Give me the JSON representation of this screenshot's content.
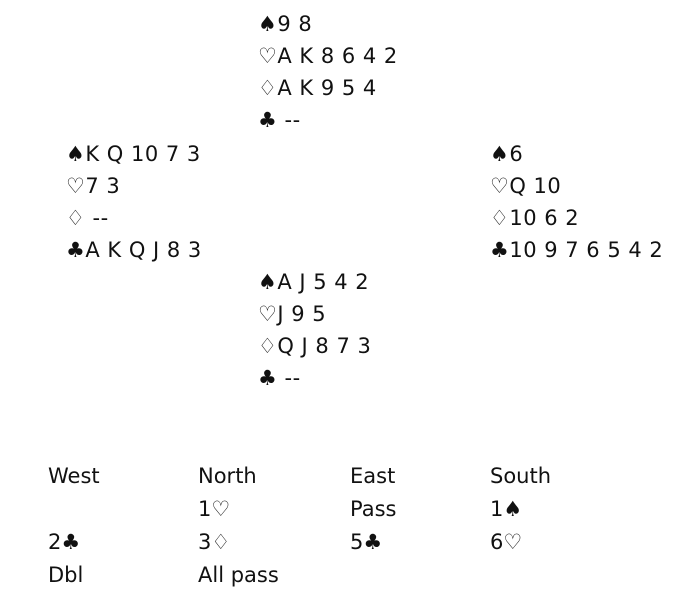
{
  "hands": {
    "north": [
      {
        "suit": "♠",
        "cards": "9 8"
      },
      {
        "suit": "♡",
        "cards": "A K 8 6 4 2"
      },
      {
        "suit": "♢",
        "cards": "A K 9 5 4"
      },
      {
        "suit": "♣",
        "cards": " --"
      }
    ],
    "west": [
      {
        "suit": "♠",
        "cards": "K Q 10 7 3"
      },
      {
        "suit": "♡",
        "cards": "7 3"
      },
      {
        "suit": "♢",
        "cards": " --"
      },
      {
        "suit": "♣",
        "cards": "A K Q J 8 3"
      }
    ],
    "east": [
      {
        "suit": "♠",
        "cards": "6"
      },
      {
        "suit": "♡",
        "cards": "Q 10"
      },
      {
        "suit": "♢",
        "cards": "10 6 2"
      },
      {
        "suit": "♣",
        "cards": "10 9 7 6 5 4 2"
      }
    ],
    "south": [
      {
        "suit": "♠",
        "cards": "A J 5 4 2"
      },
      {
        "suit": "♡",
        "cards": "J 9 5"
      },
      {
        "suit": "♢",
        "cards": "Q J 8 7 3"
      },
      {
        "suit": "♣",
        "cards": " --"
      }
    ]
  },
  "auction": {
    "headers": [
      "West",
      "North",
      "East",
      "South"
    ],
    "rows": [
      [
        "",
        "1♡",
        "Pass",
        "1♠"
      ],
      [
        "2♣",
        "3♢",
        "5♣",
        "6♡"
      ],
      [
        "Dbl",
        "All pass",
        "",
        ""
      ]
    ]
  }
}
